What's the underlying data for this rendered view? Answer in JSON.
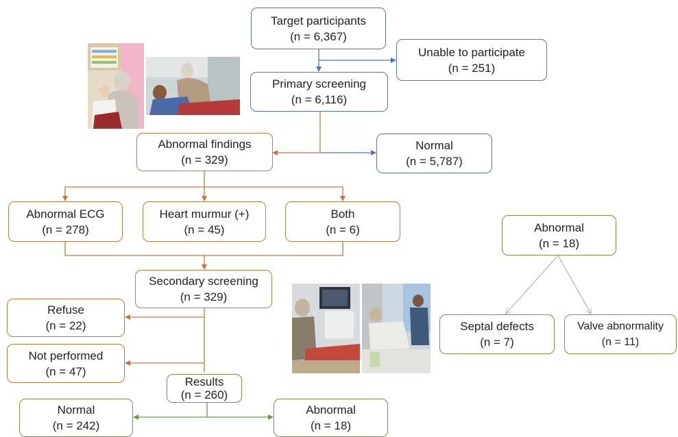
{
  "colors": {
    "blue": "#4a76c1",
    "orange": "#c7763d",
    "green": "#6f9a3e"
  },
  "nodes": {
    "target": {
      "title": "Target participants",
      "n": "(n = 6,367)"
    },
    "unable": {
      "title": "Unable to participate",
      "n": "(n = 251)"
    },
    "primary": {
      "title": "Primary screening",
      "n": "(n = 6,116)"
    },
    "abnormal_findings": {
      "title": "Abnormal findings",
      "n": "(n = 329)"
    },
    "normal_primary": {
      "title": "Normal",
      "n": "(n = 5,787)"
    },
    "abnormal_ecg": {
      "title": "Abnormal ECG",
      "n": "(n = 278)"
    },
    "murmur": {
      "title": "Heart murmur (+)",
      "n": "(n = 45)"
    },
    "both": {
      "title": "Both",
      "n": "(n = 6)"
    },
    "secondary": {
      "title": "Secondary screening",
      "n": "(n = 329)"
    },
    "refuse": {
      "title": "Refuse",
      "n": "(n = 22)"
    },
    "not_performed": {
      "title": "Not performed",
      "n": "(n = 47)"
    },
    "results": {
      "title": "Results",
      "n": "(n = 260)"
    },
    "normal_results": {
      "title": "Normal",
      "n": "(n = 242)"
    },
    "abnormal_results": {
      "title": "Abnormal",
      "n": "(n = 18)"
    },
    "abnormal_breakdown": {
      "title": "Abnormal",
      "n": "(n = 18)"
    },
    "septal": {
      "title": "Septal defects",
      "n": "(n = 7)"
    },
    "valve": {
      "title": "Valve abnormality",
      "n": "(n = 11)"
    }
  }
}
